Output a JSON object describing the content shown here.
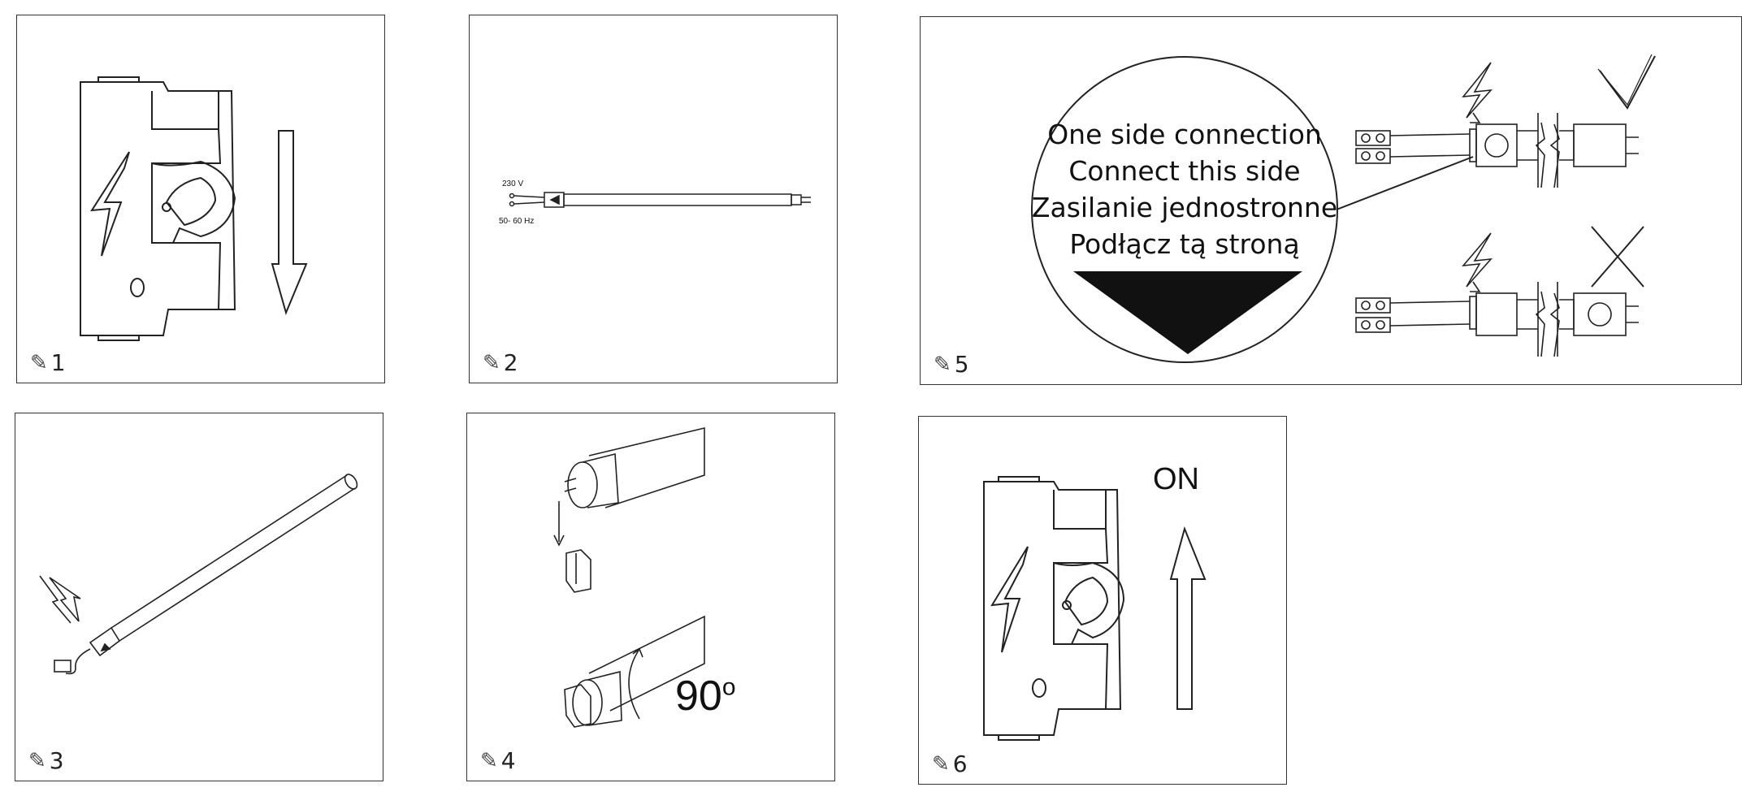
{
  "panels": [
    {
      "step": "1"
    },
    {
      "step": "2",
      "voltage": "230 V",
      "frequency": "50- 60 Hz"
    },
    {
      "step": "5",
      "circle_lines": [
        "One side connection",
        "Connect this side",
        "Zasilanie jednostronne",
        "Podłącz tą stroną"
      ]
    },
    {
      "step": "3"
    },
    {
      "step": "4",
      "rotation": "90",
      "rotation_unit": "o"
    },
    {
      "step": "6",
      "state": "ON"
    }
  ],
  "icons": {
    "step_marker": "pencil-icon",
    "hazard": "lightning-icon",
    "ok": "check-icon",
    "bad": "cross-icon"
  }
}
